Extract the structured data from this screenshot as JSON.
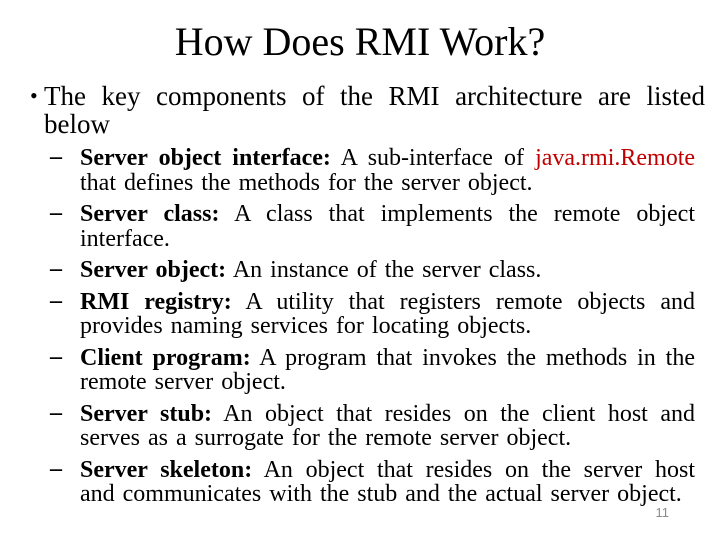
{
  "slide": {
    "title": "How Does RMI Work?",
    "page_number": "11"
  },
  "colors": {
    "background": "#ffffff",
    "text": "#000000",
    "highlight_red": "#c00000",
    "page_number_gray": "#8c8c8c"
  },
  "lead_bullet": {
    "marker": "•",
    "lines": [
      {
        "justify": true,
        "segments": [
          {
            "style": "normal",
            "text": "The key components of the RMI architecture are listed"
          }
        ]
      },
      {
        "justify": false,
        "segments": [
          {
            "style": "normal",
            "text": "below"
          }
        ]
      }
    ]
  },
  "items": [
    {
      "marker": "–",
      "lines": [
        {
          "justify": true,
          "segments": [
            {
              "style": "bold",
              "text": "Server object interface:"
            },
            {
              "style": "normal",
              "text": " A sub-interface of "
            },
            {
              "style": "red",
              "text": "java.rmi.Remote"
            }
          ]
        },
        {
          "justify": false,
          "segments": [
            {
              "style": "normal",
              "text": "that defines the methods for the server object."
            }
          ]
        }
      ]
    },
    {
      "marker": "–",
      "lines": [
        {
          "justify": true,
          "segments": [
            {
              "style": "bold",
              "text": "Server class:"
            },
            {
              "style": "normal",
              "text": " A class that implements the remote object"
            }
          ]
        },
        {
          "justify": false,
          "segments": [
            {
              "style": "normal",
              "text": "interface."
            }
          ]
        }
      ]
    },
    {
      "marker": "–",
      "lines": [
        {
          "justify": false,
          "segments": [
            {
              "style": "bold",
              "text": "Server object:"
            },
            {
              "style": "normal",
              "text": " An instance of the server class."
            }
          ]
        }
      ]
    },
    {
      "marker": "–",
      "lines": [
        {
          "justify": true,
          "segments": [
            {
              "style": "bold",
              "text": "RMI registry:"
            },
            {
              "style": "normal",
              "text": " A utility that registers remote objects and"
            }
          ]
        },
        {
          "justify": false,
          "segments": [
            {
              "style": "normal",
              "text": "provides naming services for locating objects."
            }
          ]
        }
      ]
    },
    {
      "marker": "–",
      "lines": [
        {
          "justify": true,
          "segments": [
            {
              "style": "bold",
              "text": "Client program:"
            },
            {
              "style": "normal",
              "text": " A program that invokes the methods in the"
            }
          ]
        },
        {
          "justify": false,
          "segments": [
            {
              "style": "normal",
              "text": "remote server object."
            }
          ]
        }
      ]
    },
    {
      "marker": "–",
      "lines": [
        {
          "justify": true,
          "segments": [
            {
              "style": "bold",
              "text": "Server stub:"
            },
            {
              "style": "normal",
              "text": " An object that resides on the client host and"
            }
          ]
        },
        {
          "justify": false,
          "segments": [
            {
              "style": "normal",
              "text": "serves as a surrogate for the remote server object."
            }
          ]
        }
      ]
    },
    {
      "marker": "–",
      "lines": [
        {
          "justify": true,
          "segments": [
            {
              "style": "bold",
              "text": "Server skeleton:"
            },
            {
              "style": "normal",
              "text": " An object that resides on the server host"
            }
          ]
        },
        {
          "justify": false,
          "segments": [
            {
              "style": "normal",
              "text": "and communicates with the stub and the actual server object."
            }
          ]
        }
      ]
    }
  ]
}
